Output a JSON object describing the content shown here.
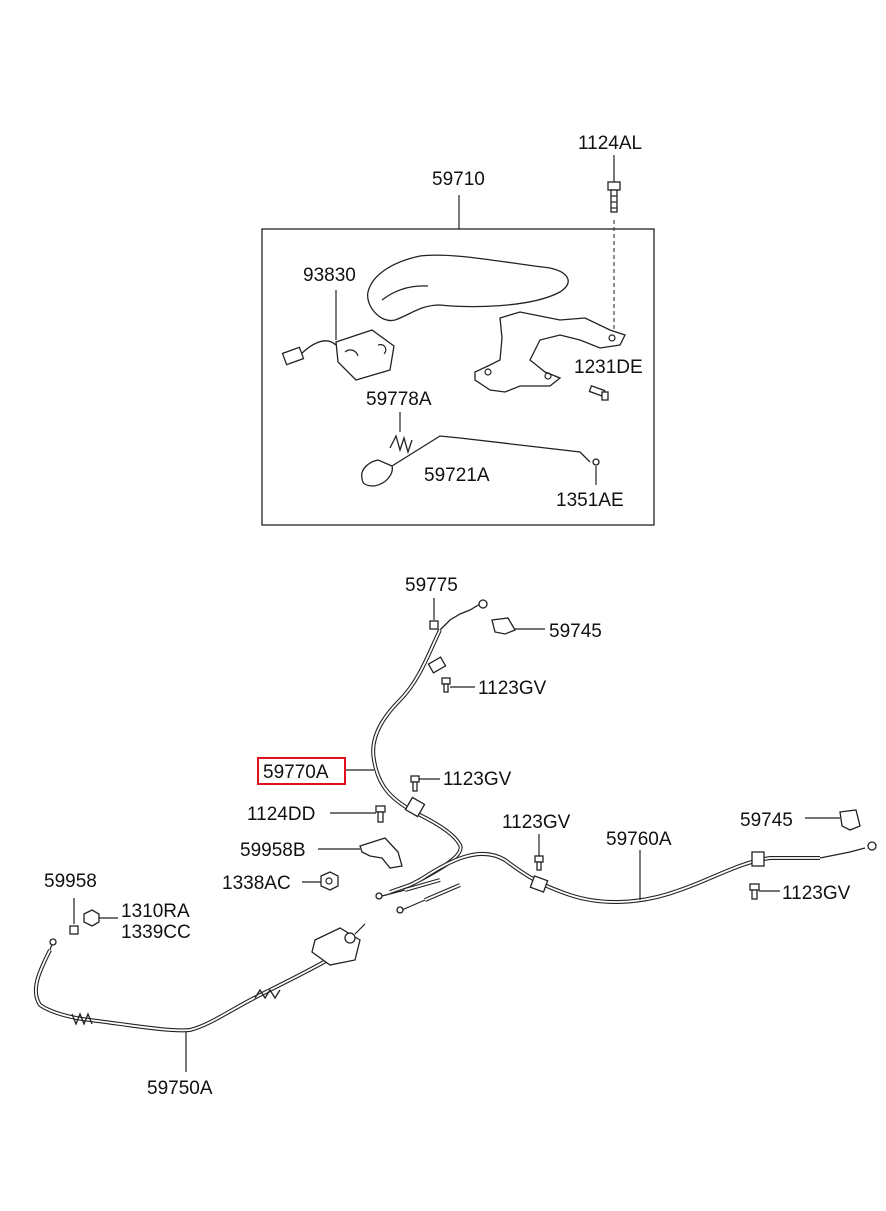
{
  "parts": {
    "p_59710": "59710",
    "p_1124AL": "1124AL",
    "p_93830": "93830",
    "p_1231DE": "1231DE",
    "p_59778A": "59778A",
    "p_59721A": "59721A",
    "p_1351AE": "1351AE",
    "p_59775": "59775",
    "p_59745_top": "59745",
    "p_1123GV_1": "1123GV",
    "p_59770A": "59770A",
    "p_1123GV_2": "1123GV",
    "p_1124DD": "1124DD",
    "p_1123GV_3": "1123GV",
    "p_59760A": "59760A",
    "p_59745_right": "59745",
    "p_59958B": "59958B",
    "p_1338AC": "1338AC",
    "p_1123GV_4": "1123GV",
    "p_59958": "59958",
    "p_1310RA": "1310RA",
    "p_1339CC": "1339CC",
    "p_59750A": "59750A"
  },
  "highlight": {
    "part": "59770A",
    "color": "#e0101e"
  }
}
